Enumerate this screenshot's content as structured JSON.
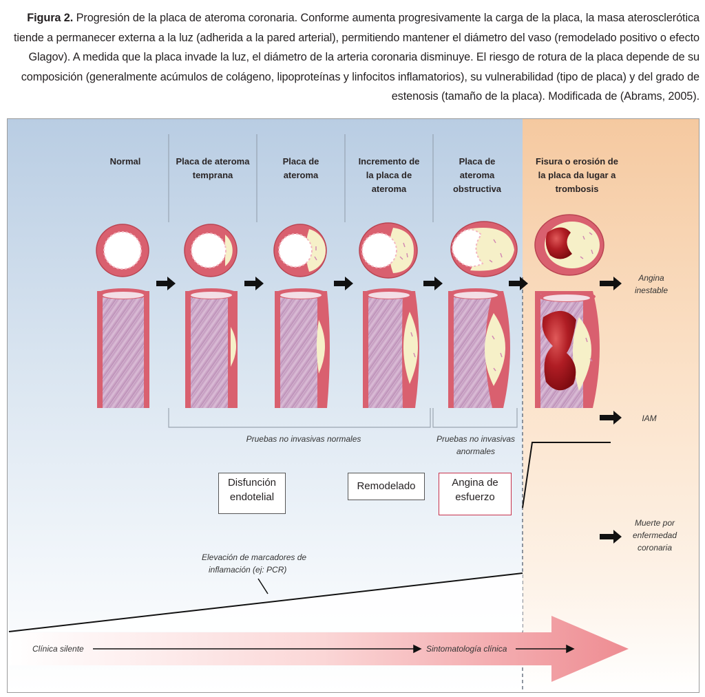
{
  "caption": {
    "bold": "Figura 2.",
    "text": " Progresión de la placa de ateroma coronaria. Conforme aumenta progresivamente la carga de la placa, la masa aterosclerótica tiende a permanecer externa a la luz (adherida a la pared arterial), permitiendo mantener el diámetro del vaso (remodelado positivo o efecto Glagov). A medida que la placa invade la luz, el diámetro de la arteria coronaria disminuye. El riesgo de rotura de la placa depende de su composición (generalmente acúmulos de colágeno, lipoproteínas y linfocitos inflamatorios), su vulnerabilidad (tipo de placa) y del grado de estenosis (tamaño de la placa). Modificada de (Abrams, 2005)."
  },
  "stages": [
    {
      "line1": "Normal",
      "line2": "",
      "line3": ""
    },
    {
      "line1": "Placa de ateroma",
      "line2": "temprana",
      "line3": ""
    },
    {
      "line1": "Placa de",
      "line2": "ateroma",
      "line3": ""
    },
    {
      "line1": "Incremento de",
      "line2": "la placa de",
      "line3": "ateroma"
    },
    {
      "line1": "Placa de",
      "line2": "ateroma",
      "line3": "obstructiva"
    },
    {
      "line1": "Fisura o erosión de",
      "line2": "la placa da lugar a",
      "line3": "trombosis"
    }
  ],
  "outcomes": {
    "angina_inestable": [
      "Angina",
      "inestable"
    ],
    "iam": "IAM",
    "muerte": [
      "Muerte por",
      "enfermedad",
      "coronaria"
    ]
  },
  "tests": {
    "normal": "Pruebas no invasivas normales",
    "abnormal": [
      "Pruebas no invasivas",
      "anormales"
    ]
  },
  "boxes": {
    "disfuncion": [
      "Disfunción",
      "endotelial"
    ],
    "remodelado": "Remodelado",
    "angina_esfuerzo": [
      "Angina de",
      "esfuerzo"
    ]
  },
  "markers": [
    "Elevación de marcadores de",
    "inflamación (ej: PCR)"
  ],
  "clinical": {
    "silent": "Clínica silente",
    "symptoms": "Sintomatología clínica"
  },
  "colors": {
    "vessel_wall": "#d9606f",
    "vessel_inner": "#c9a3c4",
    "plaque": "#f6f0c8",
    "thrombus": "#a3141c",
    "left_bg": "#c3d5e8",
    "right_bg": "#f8d2ad"
  }
}
